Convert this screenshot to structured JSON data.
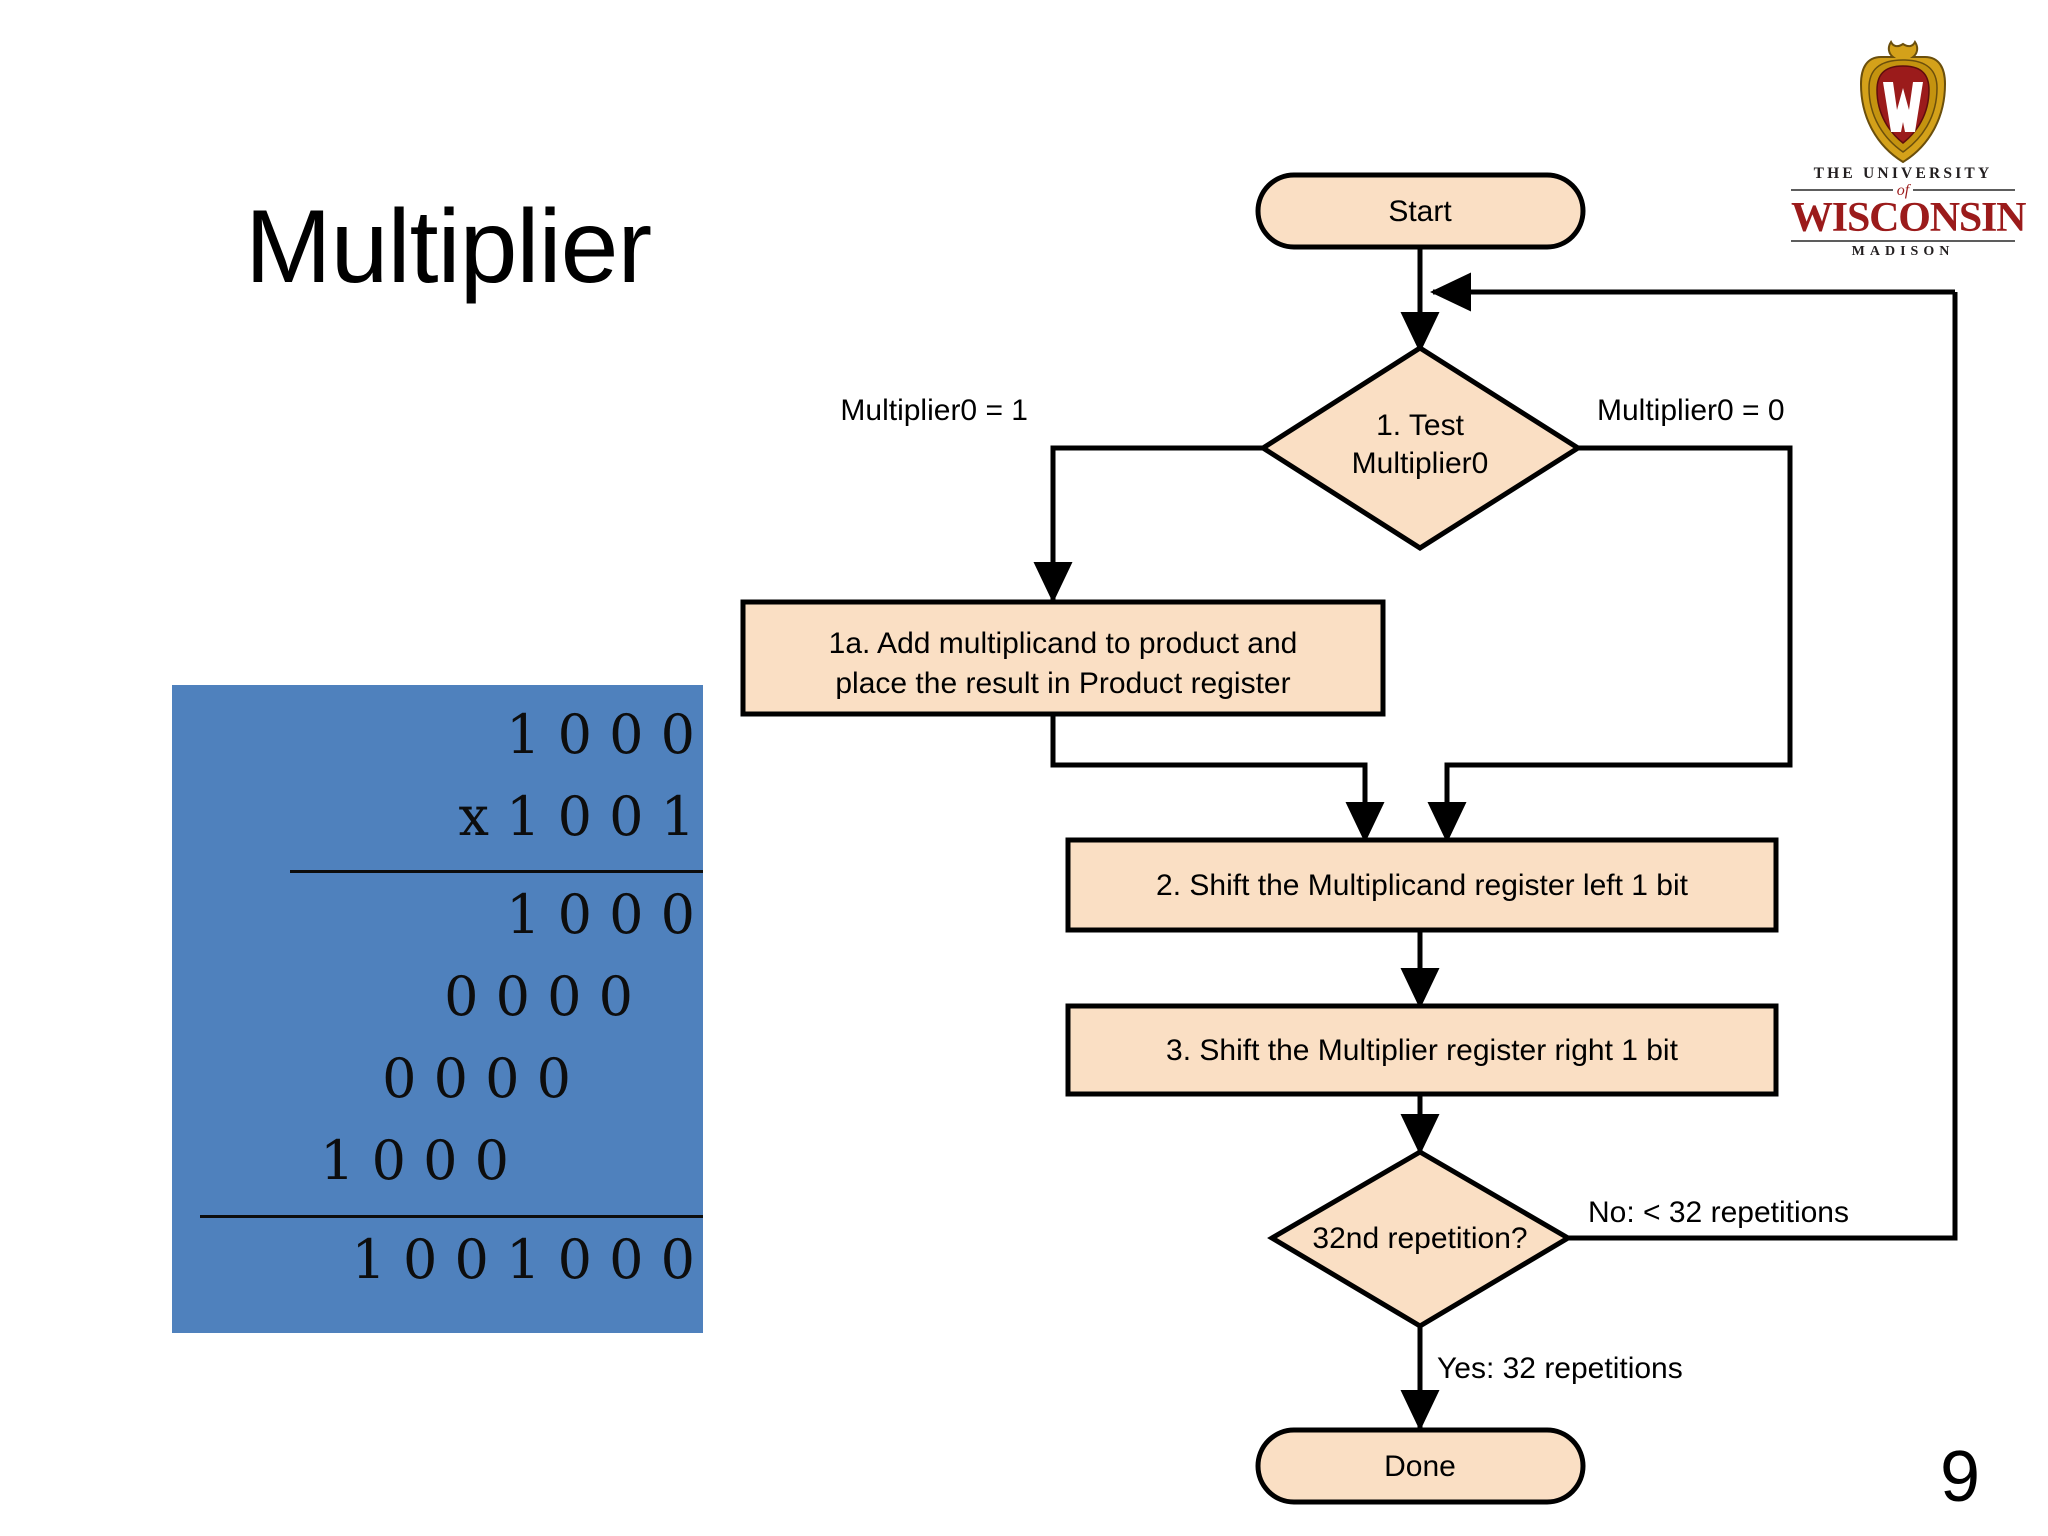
{
  "slide": {
    "title": "Multiplier",
    "page_number": "9"
  },
  "logo": {
    "name": "uw-madison-logo",
    "line_the": "THE UNIVERSITY",
    "line_of": "of",
    "line_wisconsin": "WISCONSIN",
    "line_madison": "MADISON",
    "crest_letter": "W",
    "colors": {
      "crest_gold": "#d4a11a",
      "crest_red": "#9b1b1b",
      "wordmark_red": "#9b1b1b",
      "wordmark_dark": "#231f20"
    }
  },
  "multiplication_example": {
    "background_color": "#4f81bd",
    "multiplicand": "1 0 0 0",
    "operator": "x",
    "multiplier": "1 0 0 1",
    "partial_products": [
      "1 0 0 0",
      "0 0 0 0",
      "0 0 0 0",
      "1 0 0 0"
    ],
    "product": "1 0 0 1 0 0 0"
  },
  "flowchart": {
    "fill_color": "#fadfc4",
    "stroke_color": "#000000",
    "nodes": {
      "start": "Start",
      "test": [
        "1. Test",
        "Multiplier0"
      ],
      "step1a": [
        "1a. Add multiplicand to product and",
        "place the result in Product register"
      ],
      "step2": "2. Shift the Multiplicand register left 1 bit",
      "step3": "3. Shift the Multiplier register right 1 bit",
      "repetition": "32nd repetition?",
      "done": "Done"
    },
    "edge_labels": {
      "multiplier0_is_1": "Multiplier0 = 1",
      "multiplier0_is_0": "Multiplier0 = 0",
      "no_branch": "No:  < 32 repetitions",
      "yes_branch": "Yes:  32 repetitions"
    }
  }
}
